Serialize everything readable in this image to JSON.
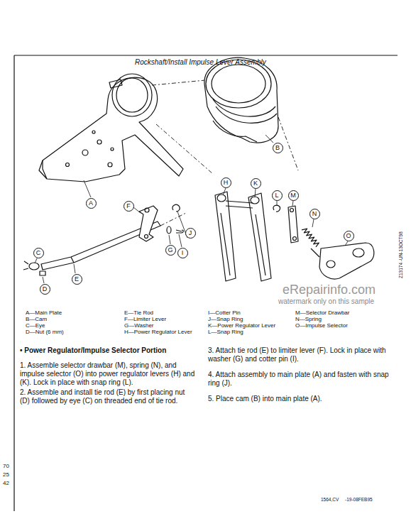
{
  "diagram": {
    "title": "Rockshaft/Install Impulse Lever Assembly",
    "nodes": [
      {
        "text": [
          "A"
        ]
      },
      {
        "text": [
          "B"
        ]
      },
      {
        "text": [
          "C"
        ]
      },
      {
        "text": [
          "D"
        ]
      },
      {
        "text": [
          "E"
        ]
      },
      {
        "text": [
          "F"
        ]
      },
      {
        "text": [
          "G"
        ]
      },
      {
        "text": [
          "H"
        ]
      },
      {
        "text": [
          "I"
        ]
      },
      {
        "text": [
          "J"
        ]
      },
      {
        "text": [
          "K"
        ]
      },
      {
        "text": [
          "L"
        ]
      },
      {
        "text": [
          "M"
        ]
      },
      {
        "text": [
          "N"
        ]
      },
      {
        "text": [
          "O"
        ]
      }
    ],
    "labels": [
      "A—Main Plate",
      "B—Cam",
      "C—Eye",
      "D—Nut (6 mm)",
      "E—Tie Rod",
      "F—Limiter Lever",
      "G—Washer",
      "H—Power Regulator Lever",
      "I—Cotter Pin",
      "J—Snap Ring",
      "K—Power Regulator Lever",
      "L—Snap Ring",
      "M—Selector Drawbar",
      "N—Spring",
      "O—Impulse Selector",
      "• Power Regulator/Impulse Selector Portion",
      "1. Assemble selector drawbar (M), spring (N), and impulse selector (O) into power regulator levers (H) and (K). Lock in place with snap ring (L).",
      "2. Assemble and install tie rod (E) by first placing nut (D) followed by eye (C) on threaded end of tie rod.",
      "3. Attach tie rod (E) to limiter lever (F). Lock in place with washer (G) and cotter pin (I).",
      "4. Attach assembly to main plate (A) and fasten with snap ring (J).",
      "5. Place cam (B) into main plate (A).",
      "Z13174 -UN-13OCT98",
      "eRepairinfo.com",
      "watermark only on this sample",
      "1564,CV",
      "-19-08FEB95",
      "70",
      "25",
      "42"
    ]
  }
}
